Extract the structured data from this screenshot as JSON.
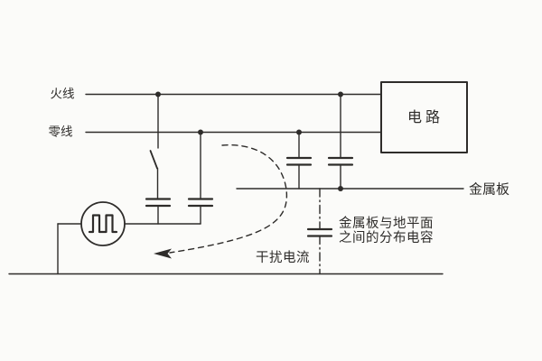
{
  "diagram": {
    "type": "circuit-schematic",
    "colors": {
      "background": "#fbfbf9",
      "ink": "#2e2c2a"
    },
    "labels": {
      "live_wire": "火线",
      "neutral_wire": "零线",
      "circuit_box": "电路",
      "metal_plate": "金属板",
      "stray_capacitance_line1": "金属板与地平面",
      "stray_capacitance_line2": "之间的分布电容",
      "interference_current": "干扰电流"
    },
    "components": [
      {
        "name": "pulse-source-icon",
        "shape": "circle-with-double-square-wave"
      },
      {
        "name": "switch-icon",
        "shape": "open-knife-switch"
      },
      {
        "name": "capacitor-icon",
        "shape": "two-parallel-plates"
      },
      {
        "name": "distributed-capacitor-icon",
        "shape": "capacitor-on-dash-dot-line"
      },
      {
        "name": "interference-current-arrow",
        "shape": "dashed-curved-arrow-pointing-left"
      },
      {
        "name": "junction-dot",
        "shape": "filled-circle"
      }
    ]
  }
}
